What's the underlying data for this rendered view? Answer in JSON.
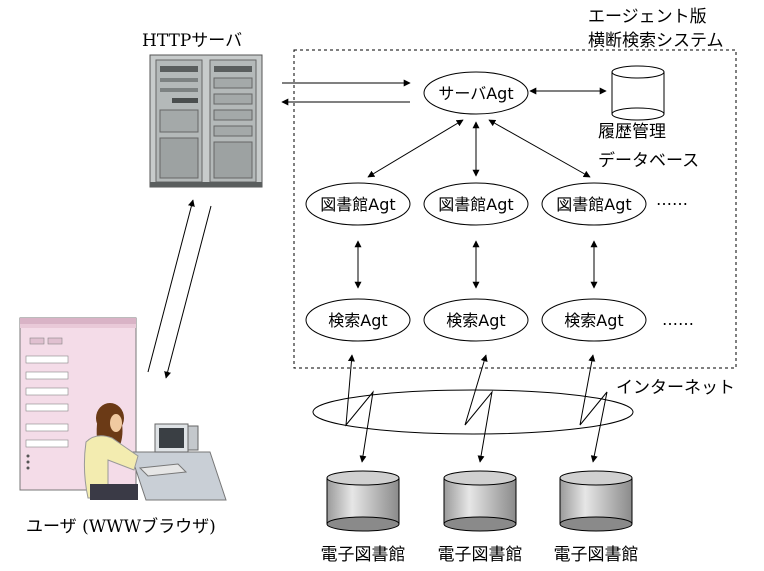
{
  "labels": {
    "http_server": "HTTPサーバ",
    "system_line1": "エージェント版",
    "system_line2": "横断検索システム",
    "history_db_line1": "履歴管理",
    "history_db_line2": "データベース",
    "internet": "インターネット",
    "user": "ユーザ (WWWブラウザ)"
  },
  "nodes": {
    "server_agent": "サーバAgt",
    "library_agents": [
      "図書館Agt",
      "図書館Agt",
      "図書館Agt"
    ],
    "search_agents": [
      "検索Agt",
      "検索Agt",
      "検索Agt"
    ],
    "ellipsis": "……",
    "electronic_libraries": [
      "電子図書館",
      "電子図書館",
      "電子図書館"
    ]
  },
  "colors": {
    "line": "#000000",
    "server_body": "#bfc4c4",
    "server_dark": "#5a5e5e",
    "cylinder_fill": "#d8d8d8",
    "browser_bg": "#f4dce8",
    "person_shirt": "#f3ecb0",
    "person_hair": "#6b3a16"
  }
}
